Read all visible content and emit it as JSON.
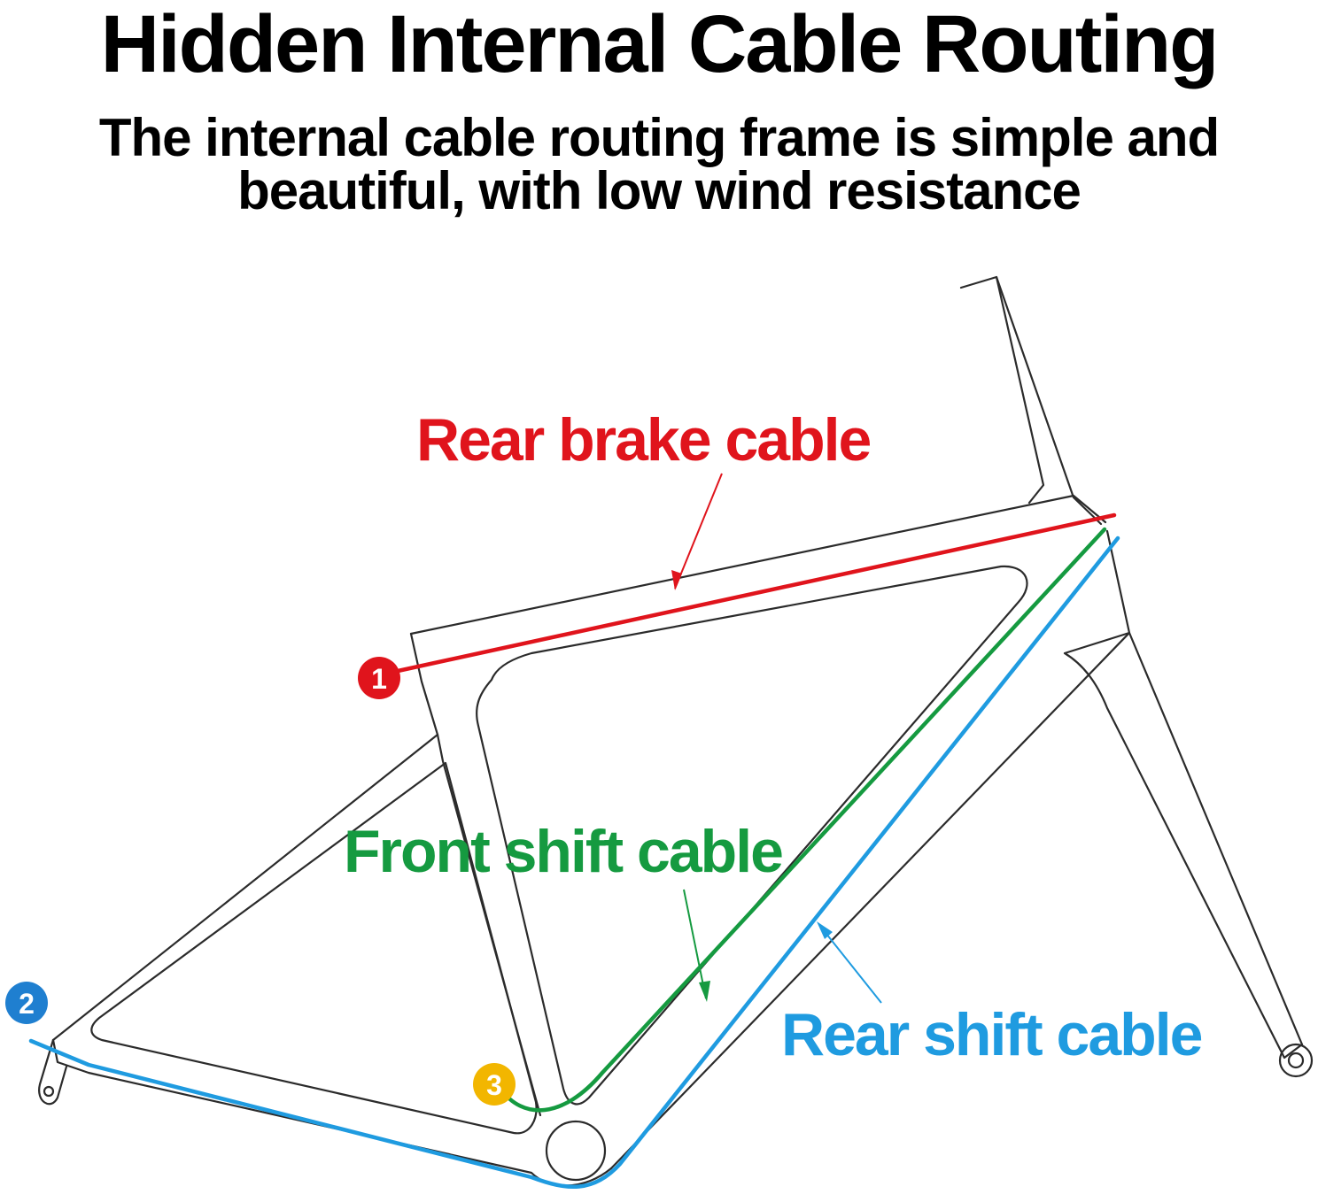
{
  "title": "Hidden Internal Cable Routing",
  "subtitle": {
    "line1": "The internal cable routing frame is simple and",
    "line2": "beautiful, with low wind resistance"
  },
  "cables": [
    {
      "id": "rear-brake",
      "label": "Rear brake cable",
      "marker": "1",
      "color": "#e0141c"
    },
    {
      "id": "rear-shift",
      "label": "Rear shift cable",
      "marker": "2",
      "color": "#1f9be0"
    },
    {
      "id": "front-shift",
      "label": "Front shift cable",
      "marker": "3",
      "color": "#159a40"
    }
  ],
  "marker_colors": {
    "1": "#e0141c",
    "2": "#1f7fd0",
    "3": "#f2b600"
  }
}
